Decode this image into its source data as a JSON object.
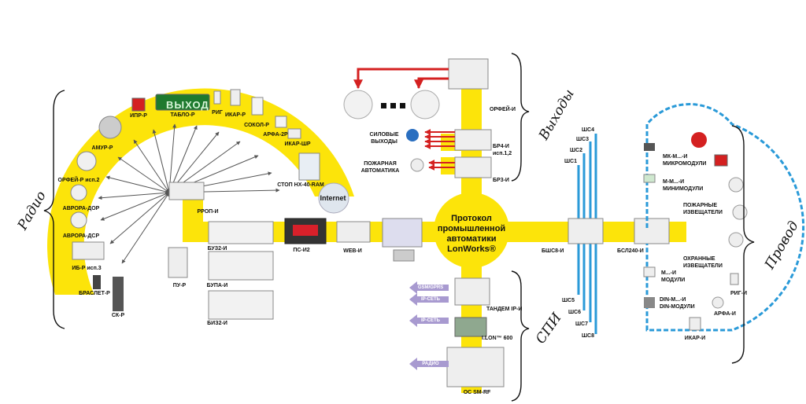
{
  "center": {
    "line1": "Протокол",
    "line2": "промышленной",
    "line3": "автоматики",
    "line4": "LonWorks®"
  },
  "internet": "Internet",
  "exit_sign": "ВЫХОД",
  "side_labels": {
    "radio": "Радио",
    "outputs": "Выходы",
    "spi": "СПИ",
    "wire": "Провод"
  },
  "radio_devices": {
    "ipr": "ИПР-Р",
    "tablo": "ТАБЛО-Р",
    "rig": "РИГ",
    "ikar": "ИКАР-Р",
    "sokol": "СОКОЛ-Р",
    "arfa": "АРФА-2Р",
    "ikar_shr": "ИКАР-ШР",
    "stop": "СТОП НХ-40-RAM",
    "amur": "АМУР-Р",
    "orfei": "ОРФЕЙ-Р исп.2",
    "avrora_dor": "АВРОРА-ДОР",
    "avrora_dsr": "АВРОРА-ДСР",
    "ib": "ИБ-Р исп.3",
    "braslet": "БРАСЛЕТ-Р",
    "sk": "СК-Р",
    "rrop": "РРОП-И",
    "pu": "ПУ-Р"
  },
  "bus_devices": {
    "buz": "БУЗ2-И",
    "bupa": "БУПА-И",
    "biz": "БИЗ2-И",
    "ps": "ПС-И2",
    "web": "WEB-И"
  },
  "outputs": {
    "orfei_i": "ОРФЕЙ-И",
    "power_line1": "СИЛОВЫЕ",
    "power_line2": "ВЫХОДЫ",
    "br4_line1": "БР4-И",
    "br4_line2": "исп.1,2",
    "fire_line1": "ПОЖАРНАЯ",
    "fire_line2": "АВТОМАТИКА",
    "br3": "БР3-И"
  },
  "spi": {
    "gsm": "GSM/GPRS",
    "ip1": "IP-СЕТЬ",
    "ip2": "IP-СЕТЬ",
    "radio": "РАДИО",
    "tandem": "ТАНДЕМ IP-И",
    "ilon": "I.LON™ 600",
    "os": "ОС SM-RF"
  },
  "wire": {
    "bshs": "БШС8-И",
    "bsl": "БСЛ240-И",
    "shs1": "ШС1",
    "shs2": "ШС2",
    "shs3": "ШС3",
    "shs4": "ШС4",
    "shs5": "ШС5",
    "shs6": "ШС6",
    "shs7": "ШС7",
    "shs8": "ШС8",
    "mk_line1": "МК-М...-И",
    "mk_line2": "МИКРОМОДУЛИ",
    "mm_line1": "М-М...-И",
    "mm_line2": "МИНИМОДУЛИ",
    "fire_det_line1": "ПОЖАРНЫЕ",
    "fire_det_line2": "ИЗВЕЩАТЕЛИ",
    "sec_det_line1": "ОХРАННЫЕ",
    "sec_det_line2": "ИЗВЕЩАТЕЛИ",
    "m_line1": "М...-И",
    "m_line2": "МОДУЛИ",
    "rig_i": "РИГ-И",
    "din_line1": "DIN-М...-И",
    "din_line2": "DIN-МОДУЛИ",
    "arfa_i": "АРФА-И",
    "ikar_i": "ИКАР-И"
  },
  "colors": {
    "bus": "#fce40a",
    "wire_loop": "#2a9ad8",
    "arrow_red": "#d42020",
    "arrow_purple": "#a89ad0"
  }
}
